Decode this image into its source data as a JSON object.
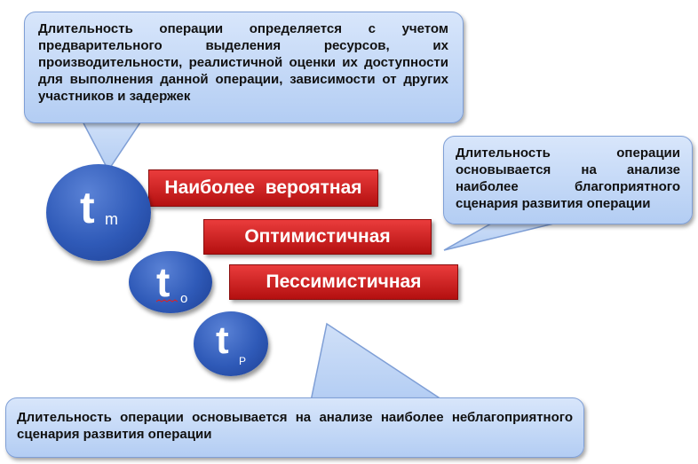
{
  "callouts": {
    "top": "Длительность операции определяется с учетом предварительного выделения ресурсов, их производительности, реалистичной оценки их доступности для выполнения данной операции, зависимости от других участников и задержек",
    "right": "Длительность операции основывается на анализе наиболее благоприятного сценария развития операции",
    "bottom": "Длительность операции основывается на анализе наиболее неблагоприятного сценария развития операции"
  },
  "bars": {
    "most_likely": "Наиболее вероятная",
    "optimistic": "Оптимистичная",
    "pessimistic": "Пессимистичная"
  },
  "circles": {
    "tm": {
      "main": "t",
      "sub": "m"
    },
    "to": {
      "main": "t",
      "sub": "o"
    },
    "tp": {
      "main": "t",
      "sub": "P"
    }
  }
}
